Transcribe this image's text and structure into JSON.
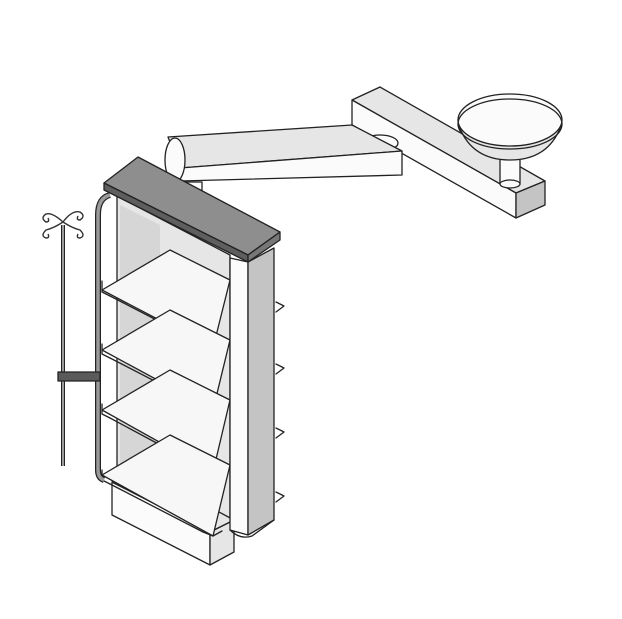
{
  "colors": {
    "background": "#ffffff",
    "outline": "#222222",
    "face_light": "#fbfbfb",
    "face_mid": "#e6e6e6",
    "face_dark": "#c4c4c4",
    "top_slab": "#8e8e8e",
    "metal": "#9a9a9a",
    "metal_dark": "#5a5a5a"
  },
  "components": {
    "shelf_count": 4,
    "shelf_bracket_count": 4,
    "iv_hooks": 4,
    "arm_segments": 2
  }
}
